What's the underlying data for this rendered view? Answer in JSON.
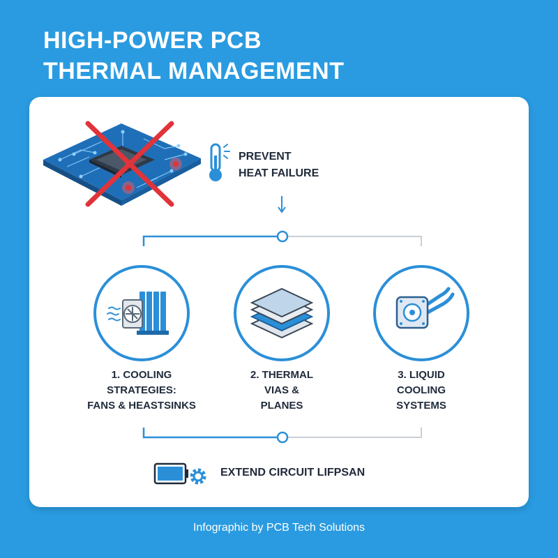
{
  "title": {
    "line1": "HIGH-POWER PCB",
    "line2": "THERMAL MANAGEMENT"
  },
  "top": {
    "line1": "PREVENT",
    "line2": "HEAT FAILURE"
  },
  "steps": [
    {
      "line1": "1. COOLING",
      "line2": "STRATEGIES:",
      "line3": "FANS & HEASTSINKS"
    },
    {
      "line1": "2. THERMAL",
      "line2": "VIAS &",
      "line3": "PLANES"
    },
    {
      "line1": "3. LIQUID",
      "line2": "COOLING",
      "line3": "SYSTEMS"
    }
  ],
  "bottom": {
    "label": "EXTEND CIRCUIT LIFPSAN"
  },
  "footer": "Infographic by PCB Tech Solutions",
  "colors": {
    "background": "#2a9be0",
    "accent": "#2b8fd8",
    "cross": "#e0343a",
    "text": "#1f2a3a"
  },
  "icons": [
    "pcb-chip-crossed-icon",
    "thermometer-icon",
    "arrow-down-icon",
    "heatsink-fan-icon",
    "thermal-layers-icon",
    "liquid-cooling-block-icon",
    "battery-gear-icon"
  ]
}
